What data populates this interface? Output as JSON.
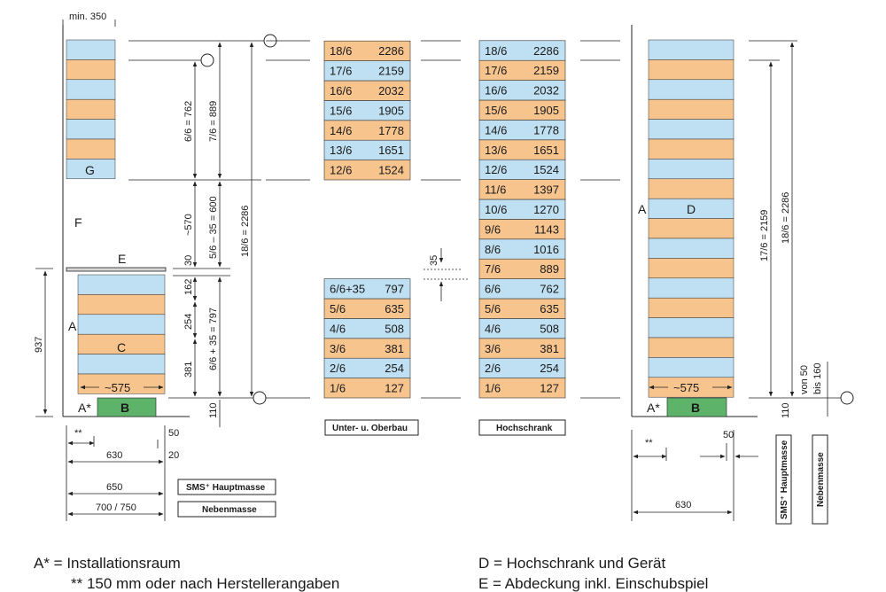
{
  "colors": {
    "blue": "#bfe0f2",
    "orange": "#f8c48e",
    "green": "#5db36a",
    "grey": "#d7d7d7"
  },
  "modules": [
    {
      "label": "1/6",
      "value": "127"
    },
    {
      "label": "2/6",
      "value": "254"
    },
    {
      "label": "3/6",
      "value": "381"
    },
    {
      "label": "4/6",
      "value": "508"
    },
    {
      "label": "5/6",
      "value": "635"
    },
    {
      "label": "6/6",
      "value": "762"
    },
    {
      "label": "7/6",
      "value": "889"
    },
    {
      "label": "8/6",
      "value": "1016"
    },
    {
      "label": "9/6",
      "value": "1143"
    },
    {
      "label": "10/6",
      "value": "1270"
    },
    {
      "label": "11/6",
      "value": "1397"
    },
    {
      "label": "12/6",
      "value": "1524"
    },
    {
      "label": "13/6",
      "value": "1651"
    },
    {
      "label": "14/6",
      "value": "1778"
    },
    {
      "label": "15/6",
      "value": "1905"
    },
    {
      "label": "16/6",
      "value": "2032"
    },
    {
      "label": "17/6",
      "value": "2159"
    },
    {
      "label": "18/6",
      "value": "2286"
    }
  ],
  "unterbau_extra": {
    "label": "6/6+35",
    "value": "797"
  },
  "captions": {
    "unterbau": "Unter- u. Oberbau",
    "hochschrank": "Hochschrank"
  },
  "left": {
    "min_width": "min. 350",
    "letters": {
      "G": "G",
      "F": "F",
      "E": "E",
      "A": "A",
      "C": "C",
      "B": "B",
      "A_star": "A*"
    },
    "width_575": "~575",
    "dims": {
      "d937": "937",
      "d762": "6/6 = 762",
      "d889": "7/6 = 889",
      "d570": "~570",
      "d600": "5/6 – 35 = 600",
      "d30": "30",
      "d162": "162",
      "d254": "254",
      "d381": "381",
      "d797": "6/6 + 35 = 797",
      "d2286": "18/6 = 2286",
      "d110": "110",
      "d_stars": "**",
      "d50": "50",
      "d630": "630",
      "d20": "20",
      "d650": "650",
      "d700": "700 / 750"
    },
    "box_haupt": "SMS⁺ Hauptmasse",
    "box_neben": "Nebenmasse"
  },
  "mid": {
    "d35": "35"
  },
  "right": {
    "letters": {
      "A": "A",
      "D": "D",
      "B": "B",
      "A_star": "A*"
    },
    "width_575": "~575",
    "dims": {
      "d2159": "17/6 = 2159",
      "d2286": "18/6 = 2286",
      "d110": "110",
      "von50": "von 50",
      "bis160": "bis 160",
      "d_stars": "**",
      "d50": "50",
      "d630": "630"
    },
    "box_haupt": "SMS⁺ Hauptmasse",
    "box_neben": "Nebenmasse"
  },
  "legend": {
    "left_line1": "A* = Installationsraum",
    "left_line2": "** 150 mm oder nach Herstellerangaben",
    "right_line1": "D = Hochschrank und Gerät",
    "right_line2": "E = Abdeckung inkl. Einschubspiel"
  }
}
